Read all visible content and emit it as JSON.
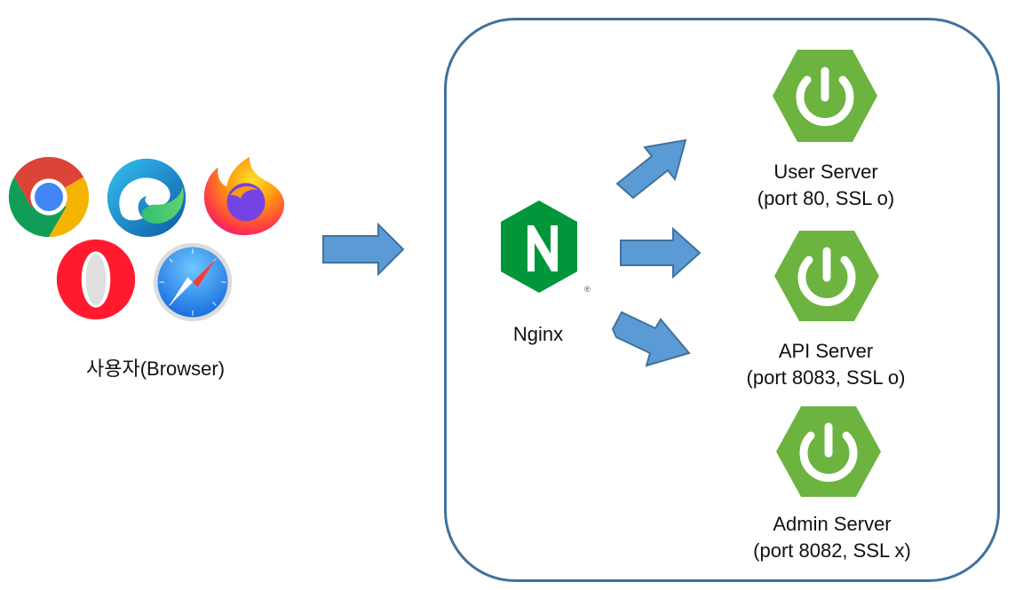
{
  "user": {
    "label": "사용자(Browser)",
    "browsers": [
      "chrome-icon",
      "edge-icon",
      "firefox-icon",
      "opera-icon",
      "safari-icon"
    ]
  },
  "proxy": {
    "label": "Nginx",
    "logo_letter": "N",
    "logo_mark": "®",
    "logo_color": "#009639"
  },
  "servers": [
    {
      "name": "User Server",
      "detail": "(port 80, SSL o)"
    },
    {
      "name": "API Server",
      "detail": "(port 8083, SSL o)"
    },
    {
      "name": "Admin Server",
      "detail": "(port 8082, SSL x)"
    }
  ],
  "colors": {
    "arrow_fill": "#5b9bd5",
    "arrow_stroke": "#41719c",
    "spring_green": "#6db33f",
    "container_border": "#41719c"
  }
}
